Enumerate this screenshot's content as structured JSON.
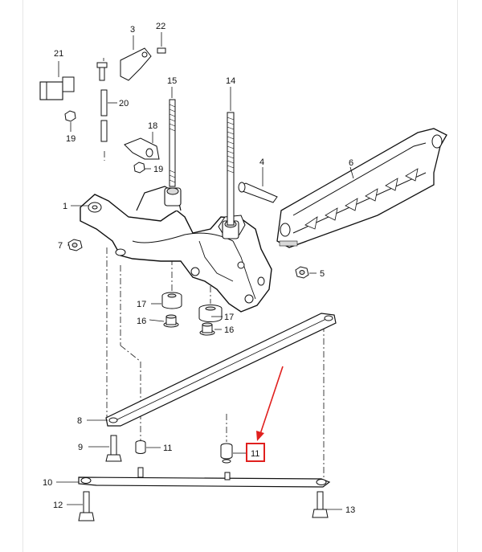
{
  "diagram": {
    "labels": {
      "p1": "1",
      "p3": "3",
      "p4": "4",
      "p5": "5",
      "p6": "6",
      "p7": "7",
      "p8": "8",
      "p9": "9",
      "p10": "10",
      "p11a": "11",
      "p11b": "11",
      "p12": "12",
      "p13": "13",
      "p14": "14",
      "p15": "15",
      "p16a": "16",
      "p16b": "16",
      "p17a": "17",
      "p17b": "17",
      "p18": "18",
      "p19a": "19",
      "p19b": "19",
      "p20": "20",
      "p21": "21",
      "p22": "22"
    },
    "highlight": {
      "label": "11",
      "color": "#e0201e"
    },
    "colors": {
      "line": "#111111",
      "part_fill": "#ffffff",
      "shade": "#d9d9d9"
    }
  }
}
